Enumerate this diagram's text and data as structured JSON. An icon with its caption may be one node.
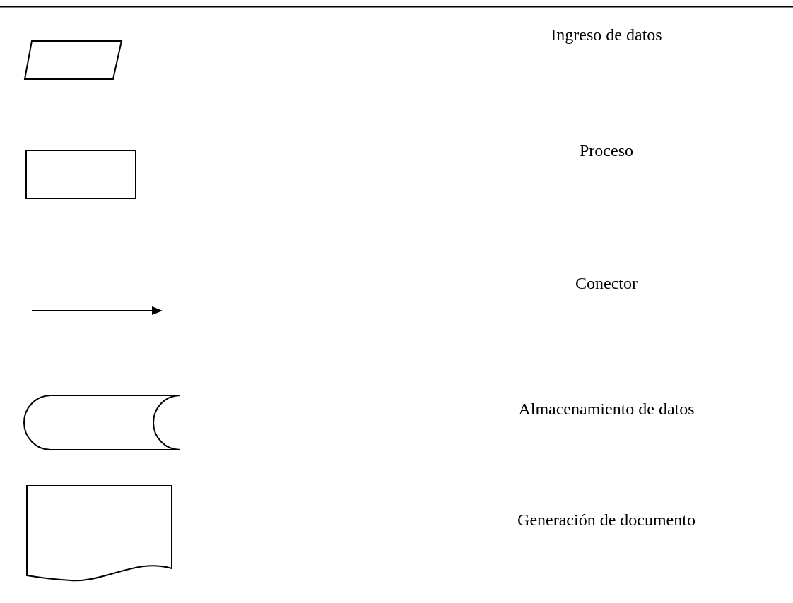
{
  "diagram": {
    "legend": [
      {
        "text": "Ingreso de datos"
      },
      {
        "text": "Proceso"
      },
      {
        "text": "Conector"
      },
      {
        "text": "Almacenamiento de datos"
      },
      {
        "text": "Generación de documento"
      }
    ]
  }
}
